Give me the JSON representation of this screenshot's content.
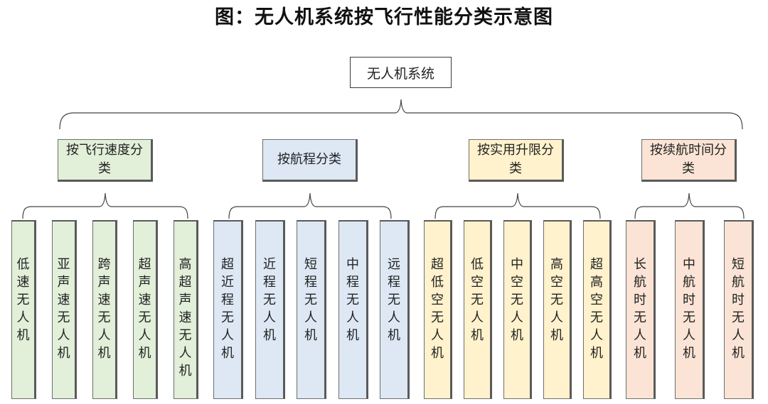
{
  "title": "图：无人机系统按飞行性能分类示意图",
  "root": "无人机系统",
  "groups": [
    {
      "label": "按飞行速度分类",
      "color": "#e2efd9",
      "items": [
        "低速无人机",
        "亚声速无人机",
        "跨声速无人机",
        "超声速无人机",
        "高超声速无人机"
      ]
    },
    {
      "label": "按航程分类",
      "color": "#dde8f4",
      "items": [
        "超近程无人机",
        "近程无人机",
        "短程无人机",
        "中程无人机",
        "远程无人机"
      ]
    },
    {
      "label": "按实用升限分类",
      "color": "#fff2cc",
      "items": [
        "超低空无人机",
        "低空无人机",
        "中空无人机",
        "高空无人机",
        "超高空无人机"
      ]
    },
    {
      "label": "按续航时间分类",
      "color": "#fbe4d5",
      "items": [
        "长航时无人机",
        "中航时无人机",
        "短航时无人机"
      ]
    }
  ]
}
